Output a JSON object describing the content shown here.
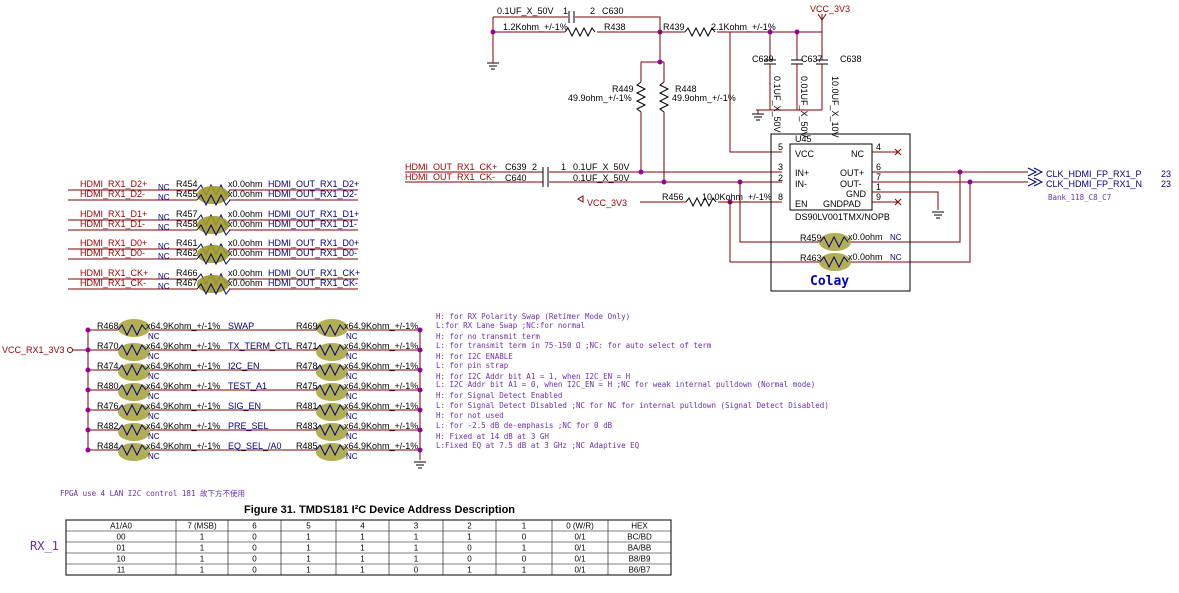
{
  "top": {
    "c630": {
      "ref": "C630",
      "value": "0.1UF_X_50V",
      "p1": "1",
      "p2": "2"
    },
    "r438": {
      "ref": "R438",
      "value": "1.2Kohm_+/-1%"
    },
    "r439": {
      "ref": "R439",
      "value": "2.1Kohm_+/-1%"
    },
    "vcc_top": "VCC_3V3",
    "caps": [
      {
        "ref": "C639",
        "value": "0.1UF_X_50V"
      },
      {
        "ref": "C637",
        "value": "0.01UF_X_50V"
      },
      {
        "ref": "C638",
        "value": "10.0UF_X_10V"
      }
    ],
    "r449": {
      "ref": "R449",
      "value": "49.9ohm_+/-1%"
    },
    "r448": {
      "ref": "R448",
      "value": "49.9ohm_+/-1%"
    },
    "pin2": "2"
  },
  "inputs": {
    "ck_p": "HDMI_OUT_RX1_CK+",
    "ck_n": "HDMI_OUT_RX1_CK-",
    "c639": "C639",
    "c640": "C640",
    "c639_val": "0.1UF_X_50V",
    "c640_val": "0.1UF_X_50V",
    "pin2": "2",
    "pin1": "1",
    "vcc": "VCC_3V3",
    "r456": "R456",
    "r456_val": "10.0Kohm_+/-1%"
  },
  "ic": {
    "ref": "U45",
    "part": "DS90LV001TMX/NOPB",
    "maker": "Colay",
    "pins_left": [
      {
        "num": "5",
        "name": "VCC"
      },
      {
        "num": "3",
        "name": "IN+"
      },
      {
        "num": "2",
        "name": "IN-"
      },
      {
        "num": "8",
        "name": "EN"
      }
    ],
    "pins_right": [
      {
        "num": "4",
        "name": "NC"
      },
      {
        "num": "6",
        "name": "OUT+"
      },
      {
        "num": "7",
        "name": "OUT-"
      },
      {
        "num": "1",
        "name": "GND"
      },
      {
        "num": "9",
        "name": "GNDPAD"
      }
    ],
    "r459": "R459",
    "r463": "R463",
    "r_val": "x0.0ohm",
    "nc": "NC"
  },
  "outputs": {
    "p": "CLK_HDMI_FP_RX1_P",
    "n": "CLK_HDMI_FP_RX1_N",
    "page": "23",
    "bank": "Bank_118_C8_C7"
  },
  "hdmi_pairs": [
    {
      "in": "HDMI_RX1_D2+",
      "ref": "R454",
      "val": "x0.0ohm",
      "out": "HDMI_OUT_RX1_D2+"
    },
    {
      "in": "HDMI_RX1_D2-",
      "ref": "R455",
      "val": "x0.0ohm",
      "out": "HDMI_OUT_RX1_D2-"
    },
    {
      "in": "HDMI_RX1_D1+",
      "ref": "R457",
      "val": "x0.0ohm",
      "out": "HDMI_OUT_RX1_D1+"
    },
    {
      "in": "HDMI_RX1_D1-",
      "ref": "R458",
      "val": "x0.0ohm",
      "out": "HDMI_OUT_RX1_D1-"
    },
    {
      "in": "HDMI_RX1_D0+",
      "ref": "R461",
      "val": "x0.0ohm",
      "out": "HDMI_OUT_RX1_D0+"
    },
    {
      "in": "HDMI_RX1_D0-",
      "ref": "R462",
      "val": "x0.0ohm",
      "out": "HDMI_OUT_RX1_D0-"
    },
    {
      "in": "HDMI_RX1_CK+",
      "ref": "R466",
      "val": "x0.0ohm",
      "out": "HDMI_OUT_RX1_CK+"
    },
    {
      "in": "HDMI_RX1_CK-",
      "ref": "R467",
      "val": "x0.0ohm",
      "out": "HDMI_OUT_RX1_CK-"
    }
  ],
  "straps": {
    "vcc": "VCC_RX1_3V3",
    "rows": [
      {
        "left": "R468",
        "right": "R469",
        "name": "SWAP"
      },
      {
        "left": "R470",
        "right": "R471",
        "name": "TX_TERM_CTL"
      },
      {
        "left": "R474",
        "right": "R478",
        "name": "I2C_EN"
      },
      {
        "left": "R480",
        "right": "R475",
        "name": "TEST_A1"
      },
      {
        "left": "R476",
        "right": "R481",
        "name": "SIG_EN"
      },
      {
        "left": "R482",
        "right": "R483",
        "name": "PRE_SEL"
      },
      {
        "left": "R484",
        "right": "R485",
        "name": "EQ_SEL_/A0"
      }
    ],
    "value": "x64.9Kohm_+/-1%",
    "nc": "NC"
  },
  "notes": [
    "H: for RX Polarity Swap (Retimer Mode Only)",
    "L:for RX Lane Swap ;NC:for normal",
    "H:  for no transmit term",
    "L: for transmit term in 75-150 Ω ;NC: for auto select of term",
    "H: for I2C ENABLE",
    "L: for pin strap",
    "H:  for I2C Addr bit A1 = 1, when I2C_EN = H",
    "L:  I2C Addr bit A1 = 0, when I2C_EN = H ;NC for weak internal pulldown (Normal mode)",
    "H:  for  Signal Detect Enabled",
    "L: for Signal Detect Disabled ;NC for NC for internal pulldown (Signal Detect Disabled)",
    "H:  for not used",
    "L: for -2.5 dB de-emphasis ;NC for 0 dB",
    "H:  Fixed at 14 dB at 3 GH",
    "L:Fixed EQ at 7.5 dB at 3 GHz ;NC Adaptive EQ"
  ],
  "fpga_note": "FPGA use 4 LAN I2C control 181 故下方不使用",
  "rx_label": "RX_1",
  "table": {
    "caption": "Figure 31.  TMDS181 I²C Device Address Description",
    "headers": [
      "A1/A0",
      "7 (MSB)",
      "6",
      "5",
      "4",
      "3",
      "2",
      "1",
      "0 (W/R)",
      "HEX"
    ],
    "rows": [
      [
        "00",
        "1",
        "0",
        "1",
        "1",
        "1",
        "1",
        "0",
        "0/1",
        "BC/BD"
      ],
      [
        "01",
        "1",
        "0",
        "1",
        "1",
        "1",
        "0",
        "1",
        "0/1",
        "BA/BB"
      ],
      [
        "10",
        "1",
        "0",
        "1",
        "1",
        "1",
        "0",
        "0",
        "0/1",
        "B8/B9"
      ],
      [
        "11",
        "1",
        "0",
        "1",
        "1",
        "0",
        "1",
        "1",
        "0/1",
        "B6/B7"
      ]
    ]
  }
}
